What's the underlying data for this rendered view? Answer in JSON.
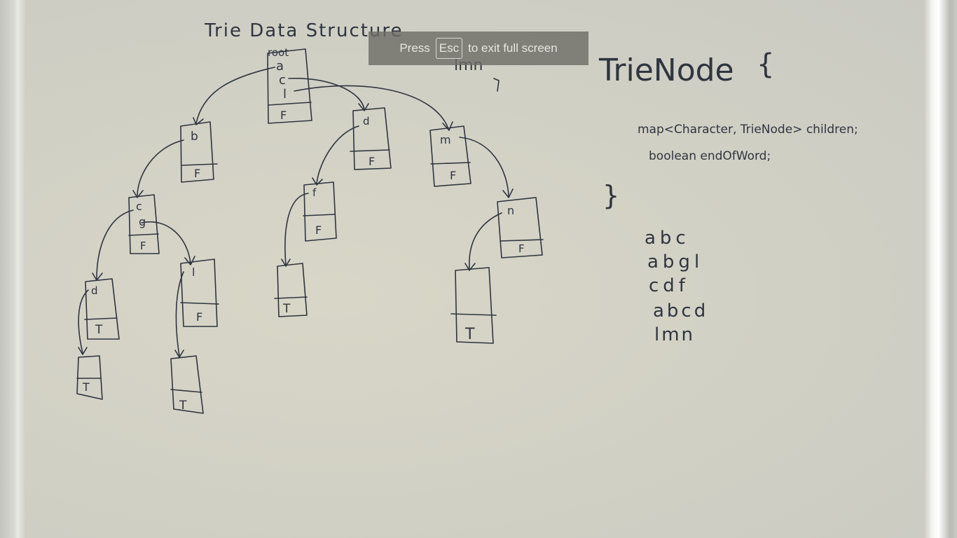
{
  "whiteboard": {
    "title": "Trie Data Structure",
    "root_label": "root",
    "search_word": "lmn",
    "class_name": "TrieNode",
    "open_brace": "{",
    "close_brace": "}",
    "field_children": "map<Character, TrieNode> children;",
    "field_end": "boolean endOfWord;",
    "words": [
      "abc",
      "abgl",
      "cdf",
      "abcd",
      "lmn"
    ],
    "nodes": {
      "root": {
        "chars": [
          "a",
          "c",
          "l"
        ],
        "flag": "F"
      },
      "b": {
        "chars": [
          "b"
        ],
        "flag": "F"
      },
      "d_top": {
        "chars": [
          "d"
        ],
        "flag": "F"
      },
      "m": {
        "chars": [
          "m"
        ],
        "flag": "F"
      },
      "cg": {
        "chars": [
          "c",
          "g"
        ],
        "flag": "F"
      },
      "f": {
        "chars": [
          "f"
        ],
        "flag": "F"
      },
      "n": {
        "chars": [
          "n"
        ],
        "flag": "F"
      },
      "d_mid": {
        "chars": [
          "d"
        ],
        "flag": "T"
      },
      "l_mid": {
        "chars": [
          "l"
        ],
        "flag": "F"
      },
      "f_leaf": {
        "chars": [],
        "flag": "T"
      },
      "n_leaf": {
        "chars": [],
        "flag": "T"
      },
      "d_leaf": {
        "chars": [],
        "flag": "T"
      },
      "l_leaf": {
        "chars": [],
        "flag": "T"
      }
    }
  },
  "fullscreen_notice": {
    "prefix": "Press",
    "key": "Esc",
    "suffix": "to exit full screen"
  }
}
